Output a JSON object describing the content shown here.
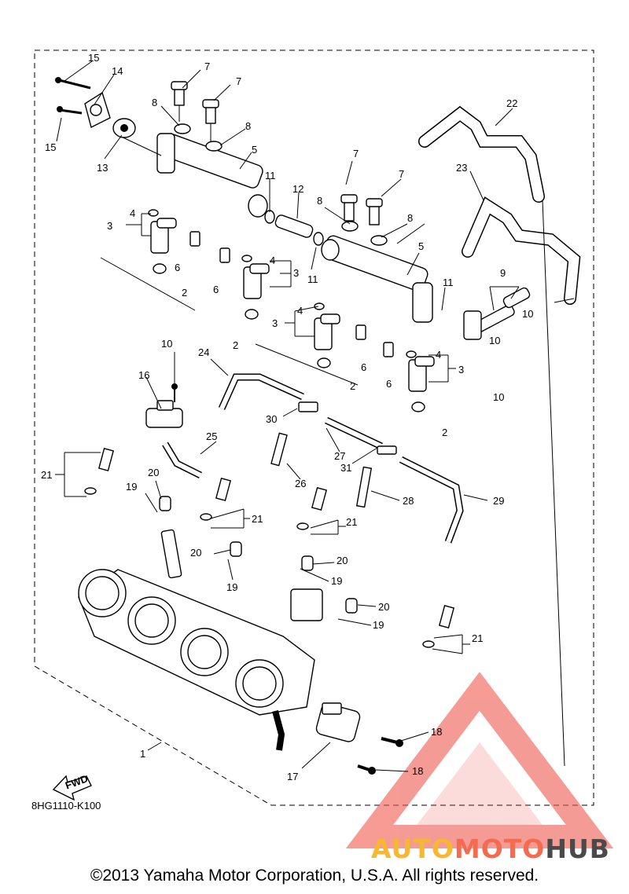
{
  "diagram": {
    "catalog_code": "8HG1110-K100",
    "fwd_label": "FWD",
    "copyright": "©2013 Yamaha Motor Corporation, U.S.A. All rights reserved.",
    "watermark": {
      "part1": "AUTO",
      "part2": "MOTO",
      "part3": "HUB",
      "colors": {
        "auto": "#f7b733",
        "moto": "#f36c4f",
        "hub": "#4a4a4a",
        "logo": "#f05a4f"
      }
    },
    "callouts": {
      "c1": "1",
      "c2a": "2",
      "c2b": "2",
      "c2c": "2",
      "c2d": "2",
      "c3a": "3",
      "c3b": "3",
      "c3c": "3",
      "c3d": "3",
      "c4a": "4",
      "c4b": "4",
      "c4c": "4",
      "c4d": "4",
      "c5a": "5",
      "c5b": "5",
      "c6a": "6",
      "c6b": "6",
      "c6c": "6",
      "c6d": "6",
      "c7a": "7",
      "c7b": "7",
      "c7c": "7",
      "c7d": "7",
      "c8a": "8",
      "c8b": "8",
      "c8c": "8",
      "c8d": "8",
      "c9": "9",
      "c10a": "10",
      "c10b": "10",
      "c10c": "10",
      "c11a": "11",
      "c11b": "11",
      "c11c": "11",
      "c12": "12",
      "c13": "13",
      "c14": "14",
      "c15a": "15",
      "c15b": "15",
      "c16": "16",
      "c17": "17",
      "c18a": "18",
      "c18b": "18",
      "c19a": "19",
      "c19b": "19",
      "c19c": "19",
      "c19d": "19",
      "c20a": "20",
      "c20b": "20",
      "c20c": "20",
      "c20d": "20",
      "c21a": "21",
      "c21b": "21",
      "c21c": "21",
      "c21d": "21",
      "c22": "22",
      "c23": "23",
      "c24": "24",
      "c25": "25",
      "c26": "26",
      "c27": "27",
      "c28": "28",
      "c29": "29",
      "c30": "30",
      "c31": "31"
    }
  }
}
